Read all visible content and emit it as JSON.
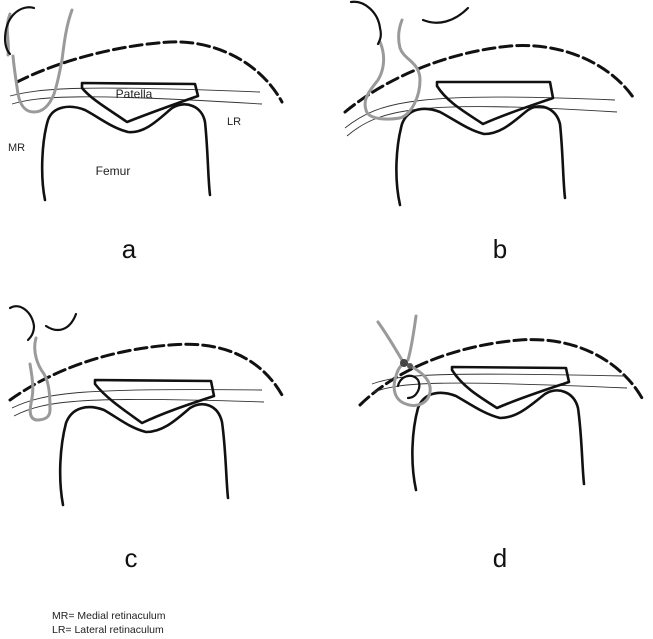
{
  "labels": {
    "patella": "Patella",
    "femur": "Femur",
    "medial_retinaculum_abbr": "MR",
    "lateral_retinaculum_abbr": "LR"
  },
  "panels": [
    {
      "letter": "a"
    },
    {
      "letter": "b"
    },
    {
      "letter": "c"
    },
    {
      "letter": "d"
    }
  ],
  "legend": [
    "MR= Medial retinaculum",
    "LR= Lateral retinaculum"
  ]
}
